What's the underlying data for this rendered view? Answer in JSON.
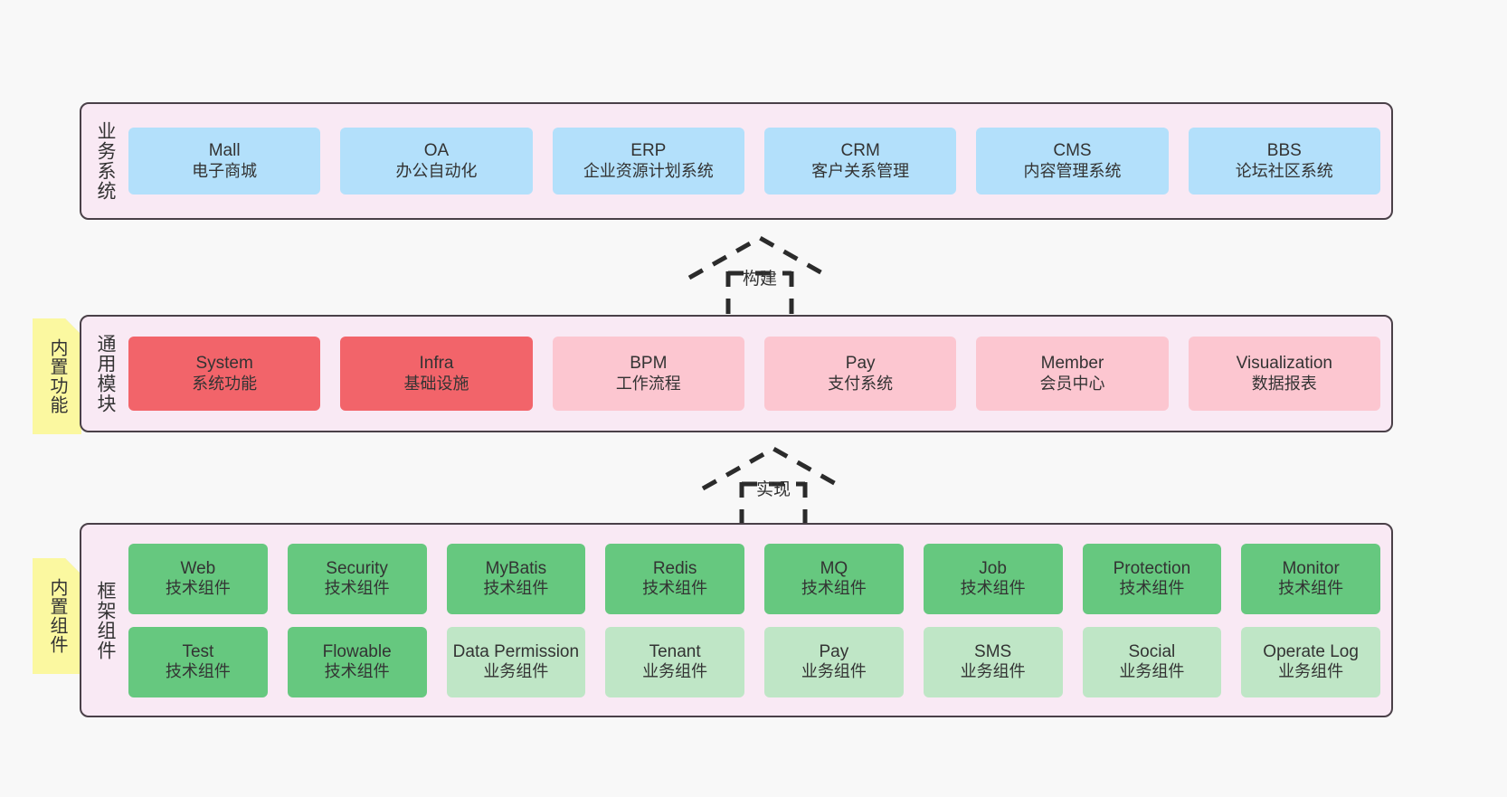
{
  "diagram": {
    "background": "#f8f8f8",
    "layer_fill": "#f9e9f4",
    "layer_border": "#4a4048",
    "note_fill": "#fbf8a0"
  },
  "notes": [
    {
      "id": "builtin-functions",
      "label": "内置功能"
    },
    {
      "id": "builtin-components",
      "label": "内置组件"
    }
  ],
  "connectors": [
    {
      "id": "build",
      "label": "构建"
    },
    {
      "id": "realize",
      "label": "实现"
    }
  ],
  "layers": [
    {
      "id": "business-system",
      "title": "业务系统",
      "rows": [
        {
          "cards": [
            {
              "name": "Mall",
              "sub": "电子商城",
              "color": "blue",
              "hex": "#b3e0fb"
            },
            {
              "name": "OA",
              "sub": "办公自动化",
              "color": "blue",
              "hex": "#b3e0fb"
            },
            {
              "name": "ERP",
              "sub": "企业资源计划系统",
              "color": "blue",
              "hex": "#b3e0fb"
            },
            {
              "name": "CRM",
              "sub": "客户关系管理",
              "color": "blue",
              "hex": "#b3e0fb"
            },
            {
              "name": "CMS",
              "sub": "内容管理系统",
              "color": "blue",
              "hex": "#b3e0fb"
            },
            {
              "name": "BBS",
              "sub": "论坛社区系统",
              "color": "blue",
              "hex": "#b3e0fb"
            }
          ]
        }
      ]
    },
    {
      "id": "common-module",
      "title": "通用模块",
      "rows": [
        {
          "cards": [
            {
              "name": "System",
              "sub": "系统功能",
              "color": "red",
              "hex": "#f2646a"
            },
            {
              "name": "Infra",
              "sub": "基础设施",
              "color": "red",
              "hex": "#f2646a"
            },
            {
              "name": "BPM",
              "sub": "工作流程",
              "color": "pink",
              "hex": "#fcc6d0"
            },
            {
              "name": "Pay",
              "sub": "支付系统",
              "color": "pink",
              "hex": "#fcc6d0"
            },
            {
              "name": "Member",
              "sub": "会员中心",
              "color": "pink",
              "hex": "#fcc6d0"
            },
            {
              "name": "Visualization",
              "sub": "数据报表",
              "color": "pink",
              "hex": "#fcc6d0"
            }
          ]
        }
      ]
    },
    {
      "id": "framework-component",
      "title": "框架组件",
      "rows": [
        {
          "cards": [
            {
              "name": "Web",
              "sub": "技术组件",
              "color": "green",
              "hex": "#66c87f"
            },
            {
              "name": "Security",
              "sub": "技术组件",
              "color": "green",
              "hex": "#66c87f"
            },
            {
              "name": "MyBatis",
              "sub": "技术组件",
              "color": "green",
              "hex": "#66c87f"
            },
            {
              "name": "Redis",
              "sub": "技术组件",
              "color": "green",
              "hex": "#66c87f"
            },
            {
              "name": "MQ",
              "sub": "技术组件",
              "color": "green",
              "hex": "#66c87f"
            },
            {
              "name": "Job",
              "sub": "技术组件",
              "color": "green",
              "hex": "#66c87f"
            },
            {
              "name": "Protection",
              "sub": "技术组件",
              "color": "green",
              "hex": "#66c87f"
            },
            {
              "name": "Monitor",
              "sub": "技术组件",
              "color": "green",
              "hex": "#66c87f"
            }
          ]
        },
        {
          "cards": [
            {
              "name": "Test",
              "sub": "技术组件",
              "color": "green",
              "hex": "#66c87f"
            },
            {
              "name": "Flowable",
              "sub": "技术组件",
              "color": "green",
              "hex": "#66c87f"
            },
            {
              "name": "Data Permission",
              "sub": "业务组件",
              "color": "lightgreen",
              "hex": "#bfe6c6"
            },
            {
              "name": "Tenant",
              "sub": "业务组件",
              "color": "lightgreen",
              "hex": "#bfe6c6"
            },
            {
              "name": "Pay",
              "sub": "业务组件",
              "color": "lightgreen",
              "hex": "#bfe6c6"
            },
            {
              "name": "SMS",
              "sub": "业务组件",
              "color": "lightgreen",
              "hex": "#bfe6c6"
            },
            {
              "name": "Social",
              "sub": "业务组件",
              "color": "lightgreen",
              "hex": "#bfe6c6"
            },
            {
              "name": "Operate Log",
              "sub": "业务组件",
              "color": "lightgreen",
              "hex": "#bfe6c6"
            }
          ]
        }
      ]
    }
  ]
}
